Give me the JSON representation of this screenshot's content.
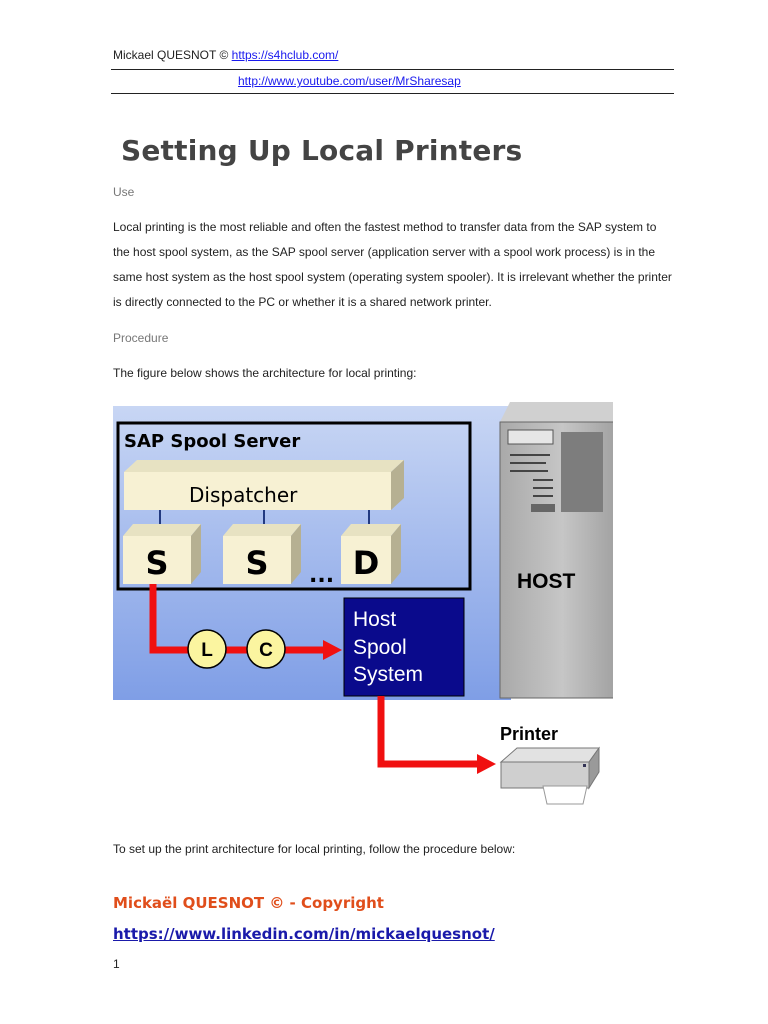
{
  "header": {
    "author": "Mickael QUESNOT © ",
    "site_link": "https://s4hclub.com/",
    "youtube_link": "http://www.youtube.com/user/MrSharesap"
  },
  "title": "Setting Up Local Printers",
  "use_section": {
    "heading": "Use",
    "paragraph": "Local printing is the most reliable and often the fastest method to transfer data from the SAP system to the host spool system, as the SAP spool server (application server with a spool work process) is in the same host system as the host spool system (operating system spooler). It is irrelevant whether the printer is directly connected to the PC or whether it is a shared network printer."
  },
  "procedure_section": {
    "heading": "Procedure",
    "intro": "The figure below shows the architecture for local printing:",
    "after_figure": "To set up the print architecture for local printing, follow the procedure below:"
  },
  "figure": {
    "server_label": "SAP Spool Server",
    "dispatcher_label": "Dispatcher",
    "process_1": "S",
    "process_2": "S",
    "ellipsis": "...",
    "process_3": "D",
    "circle_l": "L",
    "circle_c": "C",
    "host_spool_line1": "Host",
    "host_spool_line2": "Spool",
    "host_spool_line3": "System",
    "host_label": "HOST",
    "printer_label": "Printer"
  },
  "footer": {
    "copyright": "Mickaël QUESNOT © - Copyright",
    "linkedin": "https://www.linkedin.com/in/mickaelquesnot/",
    "page_number": "1"
  }
}
